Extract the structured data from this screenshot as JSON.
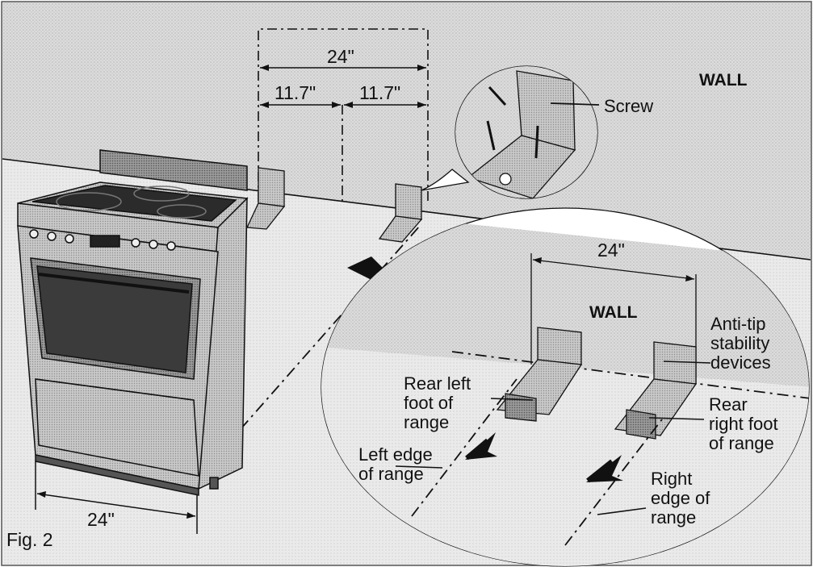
{
  "figure_label": "Fig. 2",
  "top_dimensions": {
    "overall": "24\"",
    "left_half": "11.7\"",
    "right_half": "11.7\""
  },
  "range_width": "24\"",
  "wall_label_upper": "WALL",
  "detail_screw_label": "Screw",
  "zoom": {
    "wall_label": "WALL",
    "spacing": "24\"",
    "devices_label": "Anti-tip\nstability\ndevices",
    "rear_left_label": "Rear left\nfoot of\nrange",
    "rear_right_label": "Rear\nright foot\nof range",
    "left_edge_label": "Left edge\nof range",
    "right_edge_label": "Right\nedge of\nrange"
  },
  "colors": {
    "line": "#111111",
    "wall_shade": "#d6d6d6",
    "floor_shade": "#e6e6e6",
    "steel": "#c4c4c4",
    "dark_steel": "#7a7a7a",
    "cooktop": "#3a3a3a",
    "paper": "#ffffff"
  }
}
